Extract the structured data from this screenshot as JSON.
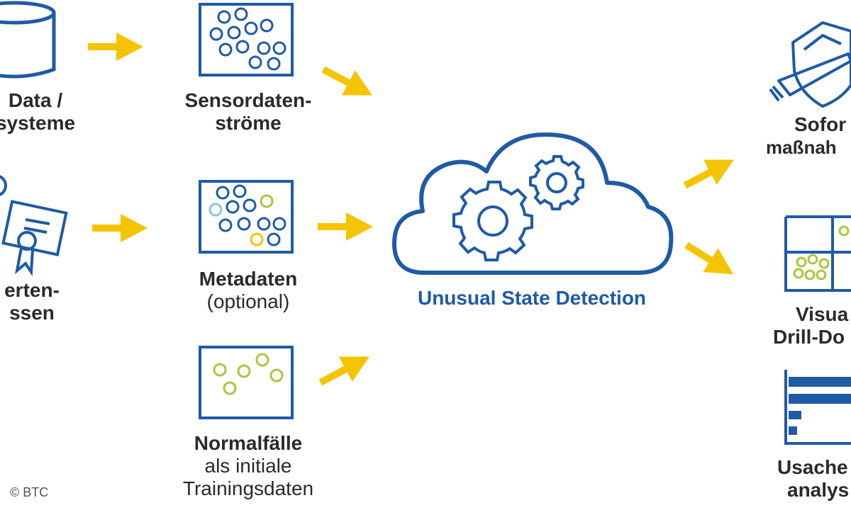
{
  "inputs": {
    "data_systems": {
      "line1": "Data /",
      "line2": "systeme"
    },
    "expert_knowledge": {
      "line1": "erten-",
      "line2": "ssen"
    }
  },
  "sources": {
    "sensor": {
      "line1": "Sensordaten-",
      "line2": "ströme"
    },
    "meta": {
      "line1": "Metadaten",
      "line2": "(optional)"
    },
    "normal": {
      "line1": "Normalfälle",
      "line2": "als initiale",
      "line3": "Trainingsdaten"
    }
  },
  "center": {
    "label": "Unusual State Detection"
  },
  "outputs": {
    "immediate": {
      "line1": "Sofor",
      "line2": "maßnah"
    },
    "visual": {
      "line1": "Visua",
      "line2": "Drill-Do"
    },
    "root_cause": {
      "line1": "Usache",
      "line2": "analys"
    }
  },
  "copyright": "© BTC",
  "colors": {
    "blue": "#1f5aa6",
    "yellow": "#f5c400",
    "green": "#a8c83c",
    "light_blue": "#8ec2e6",
    "text": "#2a2a2a"
  }
}
